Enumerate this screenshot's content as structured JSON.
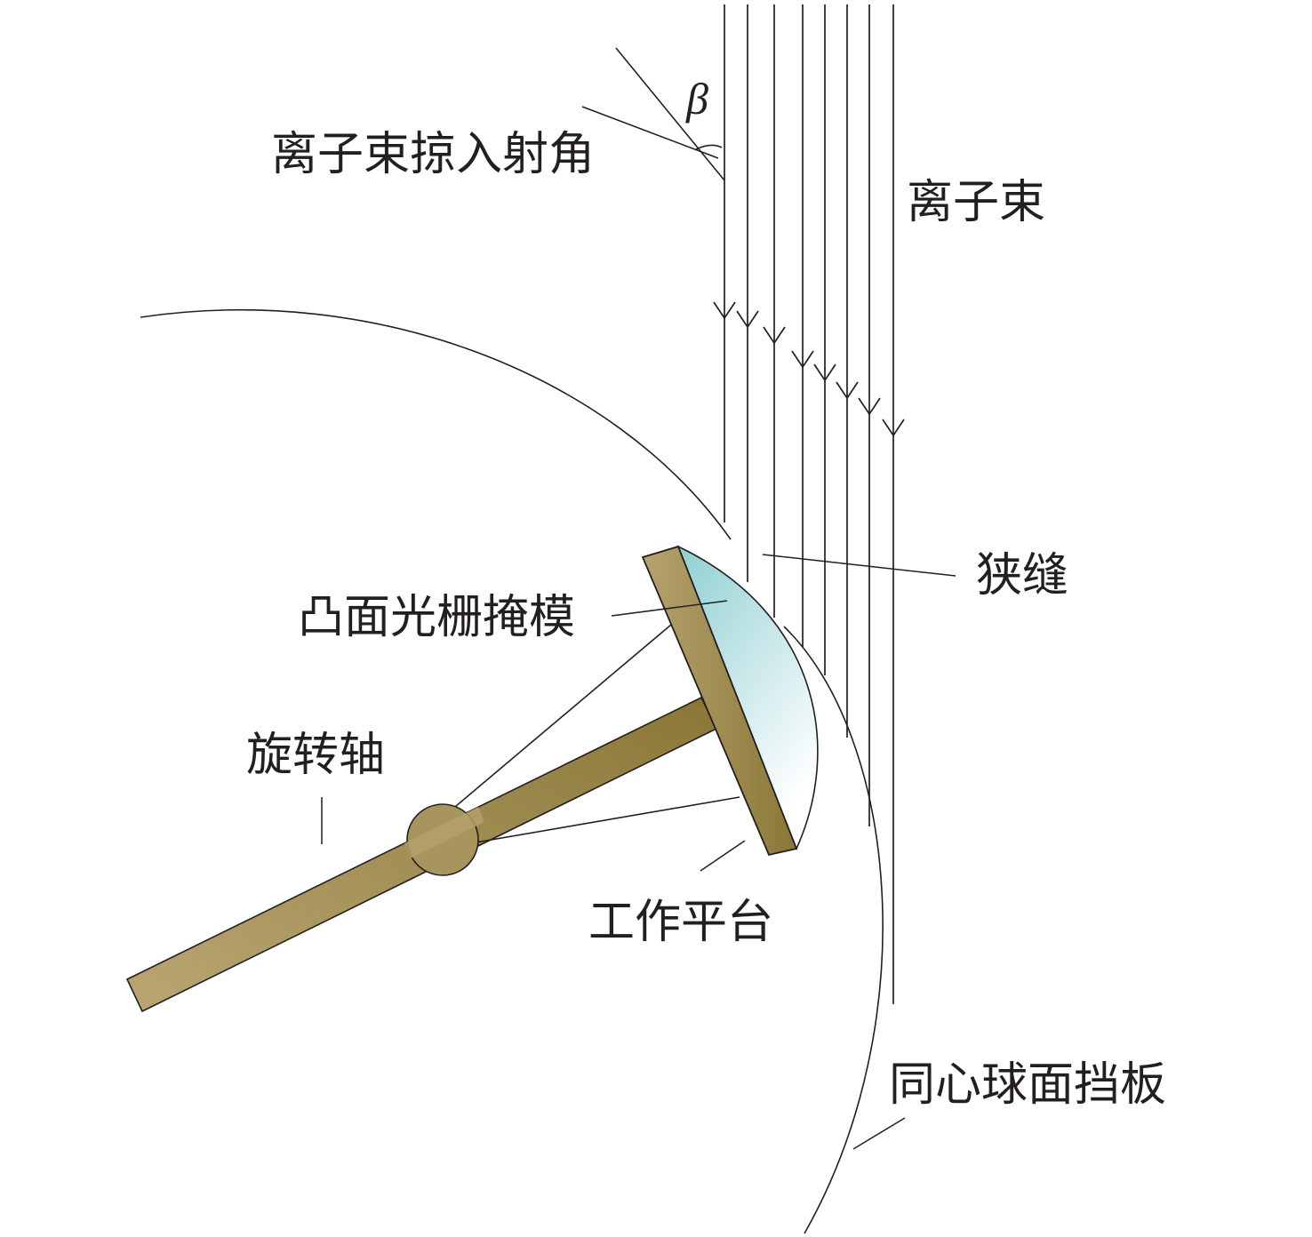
{
  "labels": {
    "angle_symbol": "β",
    "grazing_angle": "离子束掠入射角",
    "ion_beam": "离子束",
    "slit": "狭缝",
    "convex_grating_mask": "凸面光栅掩模",
    "rotation_axis": "旋转轴",
    "work_platform": "工作平台",
    "concentric_baffle": "同心球面挡板"
  },
  "colors": {
    "line": "#231f20",
    "platform_light": "#b5a36e",
    "platform_dark": "#8a7737",
    "mask_top": "#8fcfd2",
    "mask_bottom": "#ffffff"
  }
}
